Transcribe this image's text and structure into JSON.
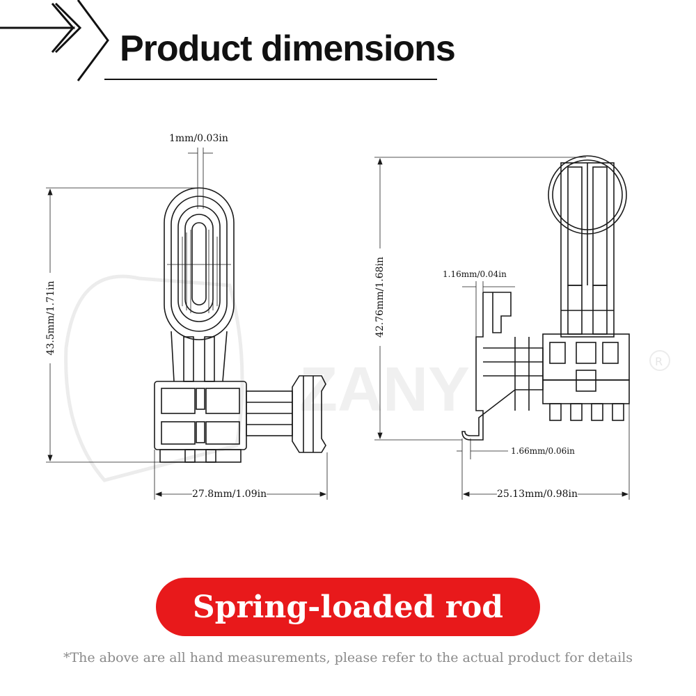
{
  "header": {
    "title": "Product dimensions"
  },
  "left_view": {
    "top_width": "1mm/0.03in",
    "height": "43.5mm/1.71in",
    "width": "27.8mm/1.09in"
  },
  "right_view": {
    "height": "42.76mm/1.68in",
    "left_offset": "1.16mm/0.04in",
    "hook_offset": "1.66mm/0.06in",
    "width": "25.13mm/0.98in"
  },
  "badge": {
    "label": "Spring-loaded rod"
  },
  "footnote": "*The above are all hand measurements, please refer to the actual product for details",
  "colors": {
    "badge": "#e8191b",
    "line": "#1a1a1a",
    "note": "#8a8a8a"
  }
}
